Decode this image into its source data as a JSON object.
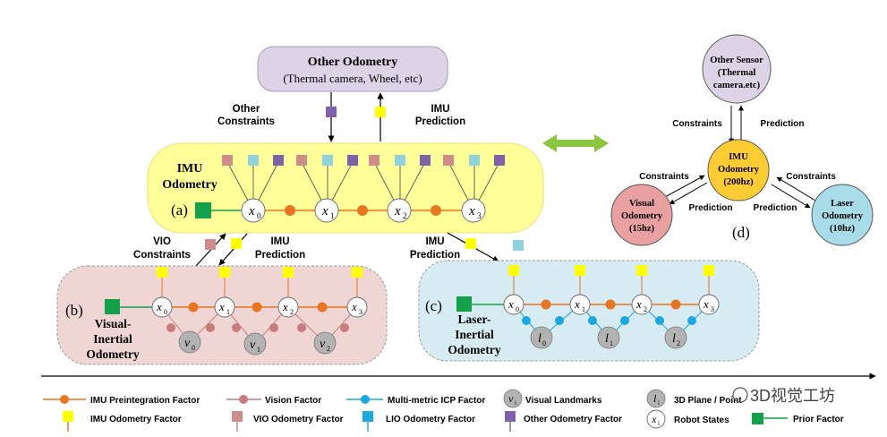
{
  "other_odometry": {
    "title": "Other Odometry",
    "subtitle": "(Thermal camera, Wheel, etc)"
  },
  "labels": {
    "other_constraints_1": "Other",
    "other_constraints_2": "Constraints",
    "imu_prediction_1": "IMU",
    "imu_prediction_2": "Prediction",
    "vio_constraints_1": "VIO",
    "vio_constraints_2": "Constraints"
  },
  "panel_a": {
    "tag": "(a)",
    "title_1": "IMU",
    "title_2": "Odometry"
  },
  "panel_b": {
    "tag": "(b)",
    "title_1": "Visual-",
    "title_2": "Inertial",
    "title_3": "Odometry"
  },
  "panel_c": {
    "tag": "(c)",
    "title_1": "Laser-",
    "title_2": "Inertial",
    "title_3": "Odometry"
  },
  "panel_d": {
    "tag": "(d)",
    "other_sensor": [
      "Other Sensor",
      "(Thermal",
      "camera.etc)"
    ],
    "imu": [
      "IMU",
      "Odometry",
      "(200hz)"
    ],
    "visual": [
      "Visual",
      "Odometry",
      "(15hz)"
    ],
    "laser": [
      "Laser",
      "Odometry",
      "(10hz)"
    ],
    "constraints": "Constraints",
    "prediction": "Prediction"
  },
  "nodes": {
    "x0": "x",
    "x0_sub": "0",
    "x1": "x",
    "x1_sub": "1",
    "x2": "x",
    "x2_sub": "2",
    "x3": "x",
    "x3_sub": "3",
    "v0": "v",
    "v0_sub": "0",
    "v1": "v",
    "v1_sub": "1",
    "v2": "v",
    "v2_sub": "2",
    "l0": "l",
    "l0_sub": "0",
    "l1": "l",
    "l1_sub": "1",
    "l2": "l",
    "l2_sub": "2"
  },
  "legend": {
    "imu_preint": "IMU Preintegration Factor",
    "vision": "Vision Factor",
    "icp": "Multi-metric ICP  Factor",
    "visual_landmarks": "Visual Landmarks",
    "planes": "3D Plane / Point",
    "imu_odom": "IMU Odometry Factor",
    "vio_odom": "VIO Odometry Factor",
    "lio_odom": "LIO Odometry Factor",
    "other_odom": "Other Odometry Factor",
    "robot_states": "Robot States",
    "prior": "Prior Factor",
    "vi_symbol": "v",
    "vi_sub": "i",
    "li_symbol": "l",
    "li_sub": "i",
    "xi_symbol": "x",
    "xi_sub": "i"
  },
  "watermark": "3D视觉工坊",
  "colors": {
    "imu_factor": "#e8751f",
    "vision_factor": "#c97c7c",
    "icp_factor": "#1ba7e0",
    "imu_odom_square": "#ffff00",
    "vio_square": "#d08b8b",
    "lio_square": "#8fd1dc",
    "other_square": "#8060a8",
    "prior_green": "#12a14a",
    "panel_a": "#ffff99",
    "panel_b": "#f0d5d5",
    "panel_c": "#d6ecf2",
    "other_box": "#dcd3e6"
  }
}
